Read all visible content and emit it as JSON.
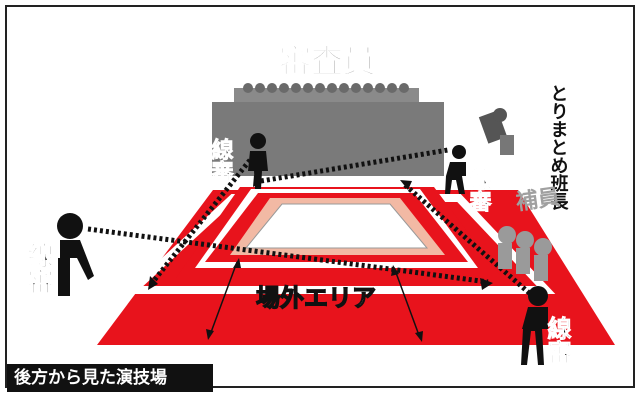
{
  "title": "審査員",
  "line_judge_label": "線審",
  "recorder_label": "とりまとめ班長",
  "reserve_label": "補員",
  "out_area_label": "場外エリア",
  "caption": "後方から見た演技場",
  "colors": {
    "red": "#e8131c",
    "salmon": "#f2b9a4",
    "gray": "#808080",
    "black": "#111111"
  }
}
